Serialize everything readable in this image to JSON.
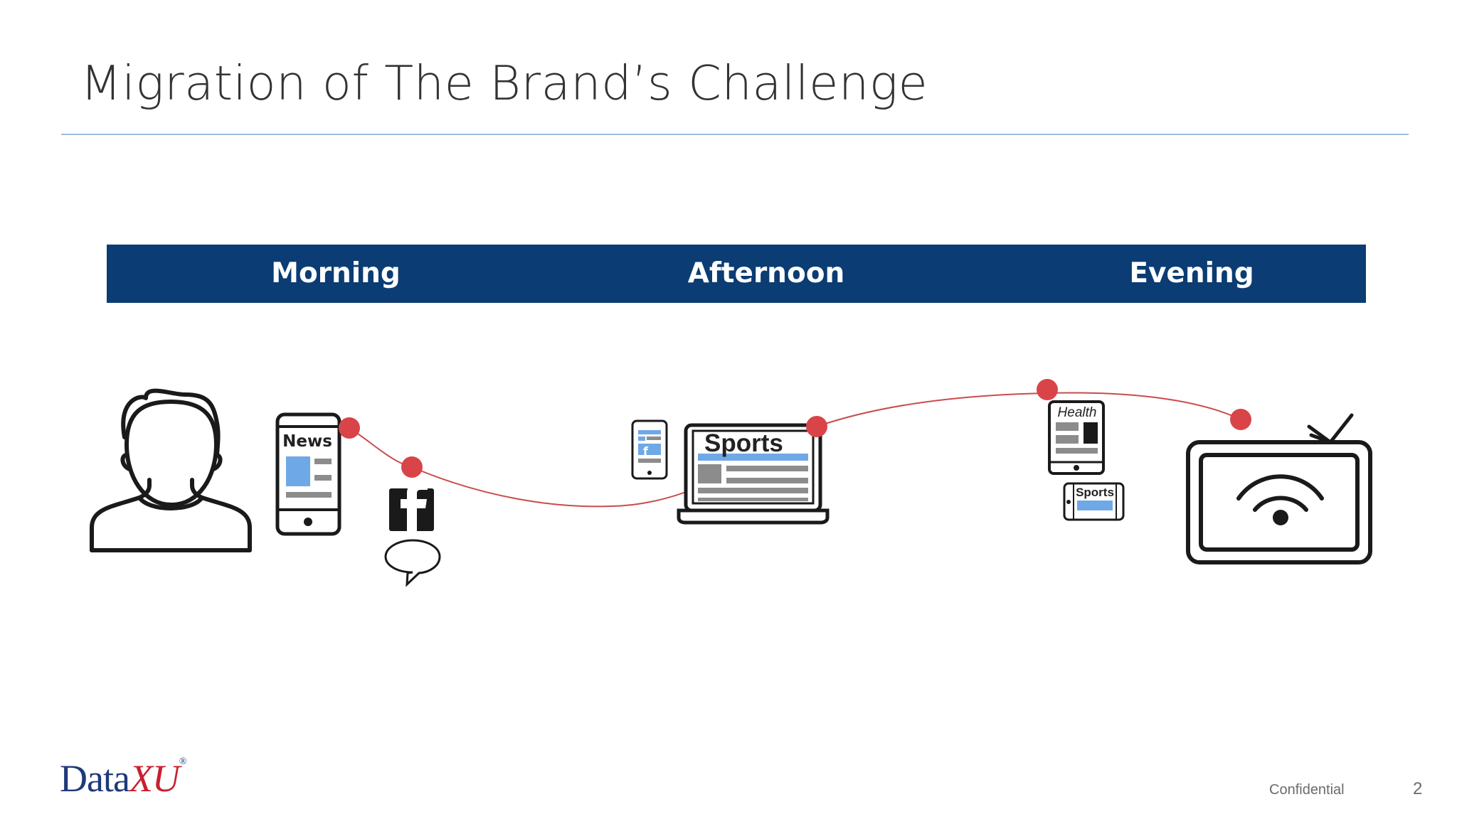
{
  "slide": {
    "title": "Migration of The Brand’s Challenge",
    "band": {
      "color": "#0b3c73",
      "labels": [
        "Morning",
        "Afternoon",
        "Evening"
      ]
    },
    "devices": {
      "phone_news_label": "News",
      "laptop_label": "Sports",
      "tablet_label": "Health",
      "phone_small_label": "Sports"
    },
    "icons": [
      "person-icon",
      "phone-icon",
      "facebook-icon",
      "speech-bubble-icon",
      "laptop-icon",
      "tablet-icon",
      "tv-icon"
    ],
    "colors": {
      "path": "#c94b4b",
      "dot": "#d94448",
      "accent_blue": "#6fa8e6",
      "gray": "#8c8c8c"
    },
    "logo": {
      "text_main": "Data",
      "text_accent": "XU",
      "mark": "®"
    },
    "footer": {
      "confidential": "Confidential",
      "page_number": "2"
    }
  }
}
